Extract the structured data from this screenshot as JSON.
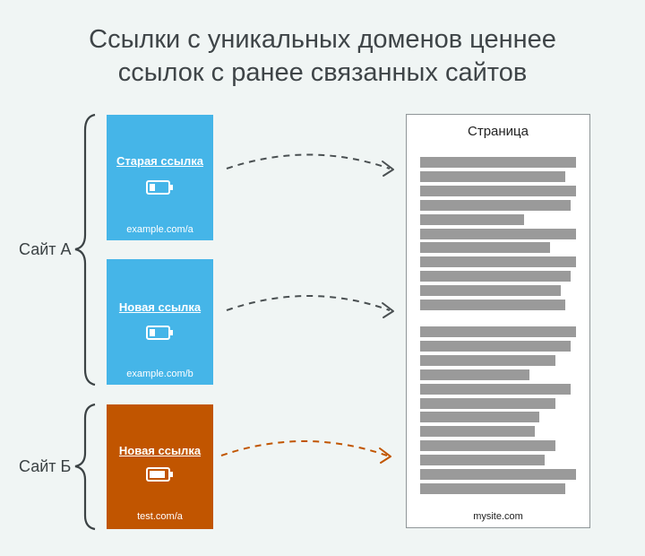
{
  "title": {
    "line1": "Ссылки с уникальных доменов ценнее",
    "line2": "ссылок с ранее связанных сайтов"
  },
  "sites": [
    {
      "label": "Сайт А"
    },
    {
      "label": "Сайт Б"
    }
  ],
  "cards": [
    {
      "link_label": "Старая ссылка",
      "domain": "example.com/a",
      "color": "#45b5e8",
      "battery": "battery-icon"
    },
    {
      "link_label": "Новая ссылка",
      "domain": "example.com/b",
      "color": "#45b5e8",
      "battery": "battery-icon"
    },
    {
      "link_label": "Новая ссылка",
      "domain": "test.com/a",
      "color": "#c15500",
      "battery": "battery-icon"
    }
  ],
  "arrows": [
    {
      "color": "#4a5052"
    },
    {
      "color": "#4a5052"
    },
    {
      "color": "#c15500"
    }
  ],
  "page": {
    "title": "Страница",
    "footer": "mysite.com"
  },
  "colors": {
    "background": "#f0f5f4",
    "text_line": "#9a9a9a",
    "brace": "#3b4244"
  }
}
